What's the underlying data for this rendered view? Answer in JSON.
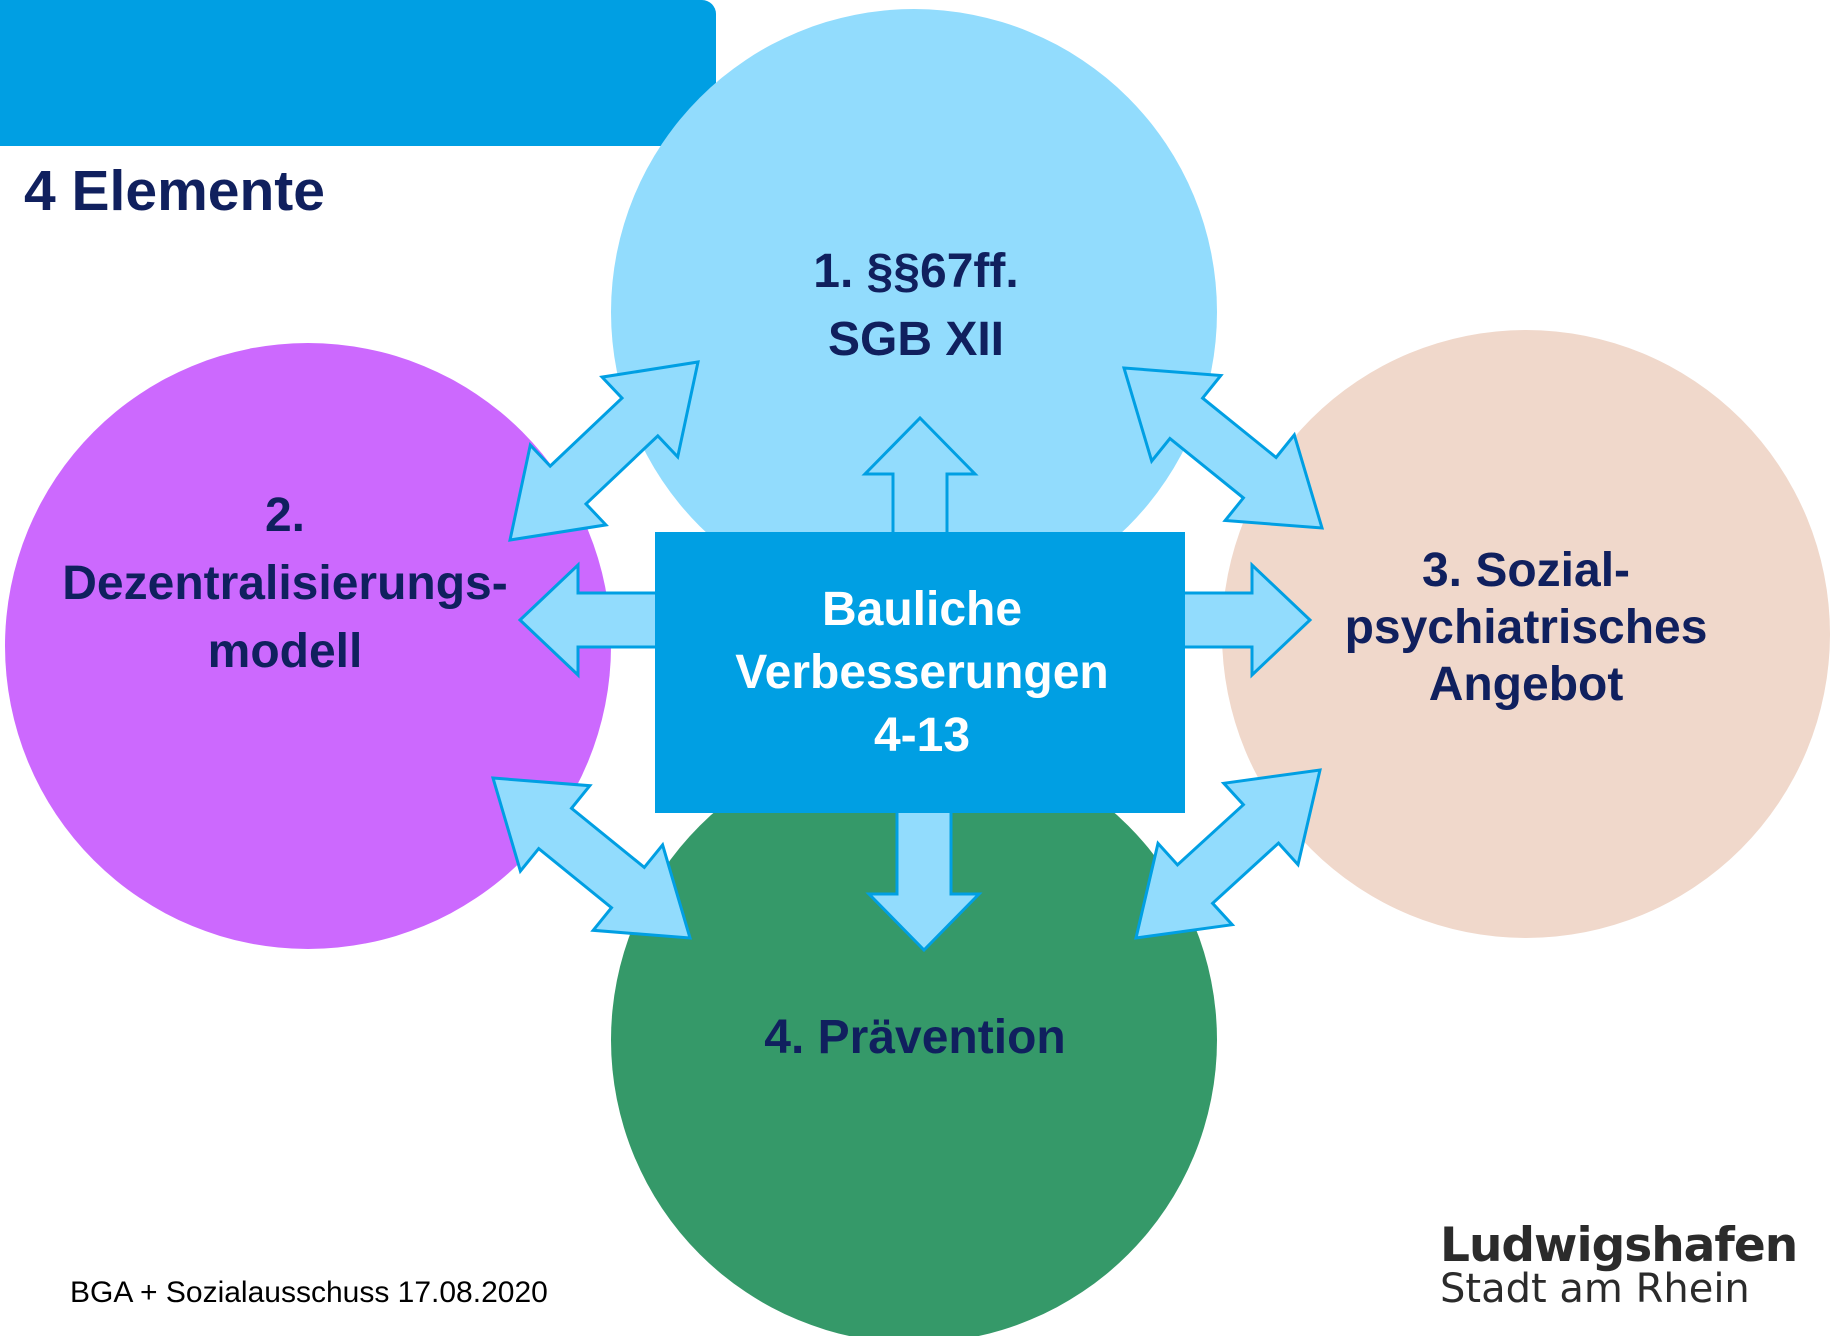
{
  "header": {
    "title": "4 Elemente",
    "band_color": "#009fe3"
  },
  "elements": {
    "element_1": {
      "lines": [
        "1. §§67ff.",
        "SGB XII"
      ],
      "color": "#92dcfd"
    },
    "element_2": {
      "lines": [
        "2.",
        "Dezentralisierungs-",
        "modell"
      ],
      "color": "#cc69fe"
    },
    "element_3": {
      "lines": [
        "3. Sozial-",
        "psychiatrisches",
        "Angebot"
      ],
      "color": "#f0d8cb"
    },
    "element_4": {
      "lines": [
        "4. Prävention"
      ],
      "color": "#359969"
    }
  },
  "center": {
    "lines": [
      "Bauliche",
      "Verbesserungen",
      "4-13"
    ],
    "color": "#009fe3"
  },
  "arrows": {
    "fill": "#92dcfd",
    "stroke": "#009fe3"
  },
  "footer": {
    "text": "BGA + Sozialausschuss 17.08.2020"
  },
  "logo": {
    "name": "Ludwigshafen",
    "subtitle": "Stadt am Rhein"
  }
}
